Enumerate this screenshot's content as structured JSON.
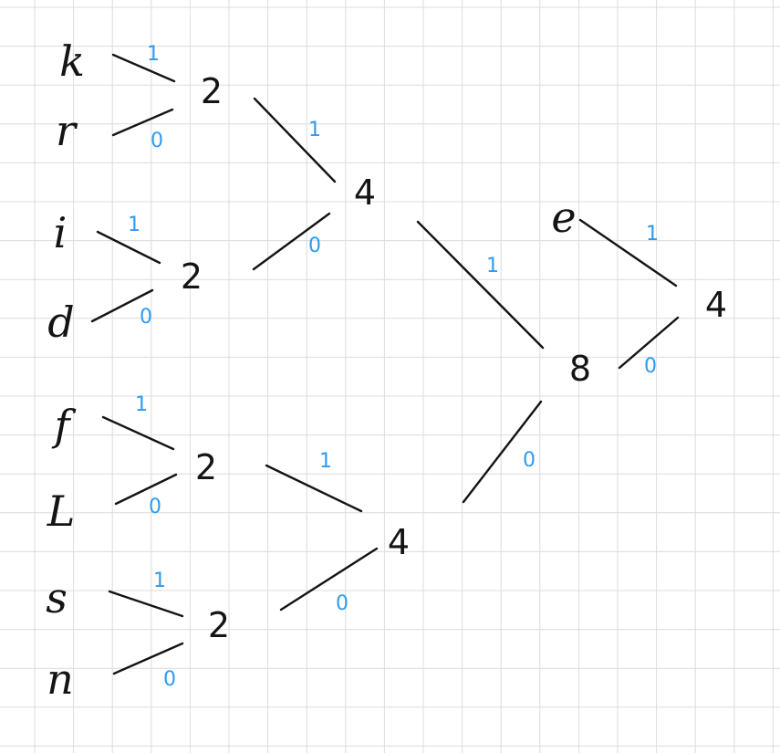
{
  "diagram": {
    "nodes": [
      {
        "id": "k",
        "label": "k",
        "kind": "leaf"
      },
      {
        "id": "r",
        "label": "r",
        "kind": "leaf"
      },
      {
        "id": "i",
        "label": "i",
        "kind": "leaf"
      },
      {
        "id": "d",
        "label": "d",
        "kind": "leaf"
      },
      {
        "id": "f",
        "label": "f",
        "kind": "leaf"
      },
      {
        "id": "L",
        "label": "L",
        "kind": "leaf"
      },
      {
        "id": "s",
        "label": "s",
        "kind": "leaf"
      },
      {
        "id": "n",
        "label": "n",
        "kind": "leaf"
      },
      {
        "id": "e",
        "label": "e",
        "kind": "leaf"
      },
      {
        "id": "n2a",
        "label": "2",
        "kind": "internal"
      },
      {
        "id": "n2b",
        "label": "2",
        "kind": "internal"
      },
      {
        "id": "n2c",
        "label": "2",
        "kind": "internal"
      },
      {
        "id": "n2d",
        "label": "2",
        "kind": "internal"
      },
      {
        "id": "n4a",
        "label": "4",
        "kind": "internal"
      },
      {
        "id": "n4b",
        "label": "4",
        "kind": "internal"
      },
      {
        "id": "n8",
        "label": "8",
        "kind": "internal"
      },
      {
        "id": "n4c",
        "label": "4",
        "kind": "internal"
      }
    ],
    "edges": [
      {
        "from": "k",
        "to": "n2a",
        "bit": "1"
      },
      {
        "from": "r",
        "to": "n2a",
        "bit": "0"
      },
      {
        "from": "i",
        "to": "n2b",
        "bit": "1"
      },
      {
        "from": "d",
        "to": "n2b",
        "bit": "0"
      },
      {
        "from": "f",
        "to": "n2c",
        "bit": "1"
      },
      {
        "from": "L",
        "to": "n2c",
        "bit": "0"
      },
      {
        "from": "s",
        "to": "n2d",
        "bit": "1"
      },
      {
        "from": "n",
        "to": "n2d",
        "bit": "0"
      },
      {
        "from": "n2a",
        "to": "n4a",
        "bit": "1"
      },
      {
        "from": "n2b",
        "to": "n4a",
        "bit": "0"
      },
      {
        "from": "n2c",
        "to": "n4b",
        "bit": "1"
      },
      {
        "from": "n2d",
        "to": "n4b",
        "bit": "0"
      },
      {
        "from": "n4a",
        "to": "n8",
        "bit": "1"
      },
      {
        "from": "n4b",
        "to": "n8",
        "bit": "0"
      },
      {
        "from": "e",
        "to": "n4c",
        "bit": "1"
      },
      {
        "from": "n8",
        "to": "n4c",
        "bit": "0"
      }
    ]
  },
  "colors": {
    "ink": "#141414",
    "bit": "#2e9bf0",
    "grid": "#dcdcdc",
    "background": "#ffffff"
  }
}
